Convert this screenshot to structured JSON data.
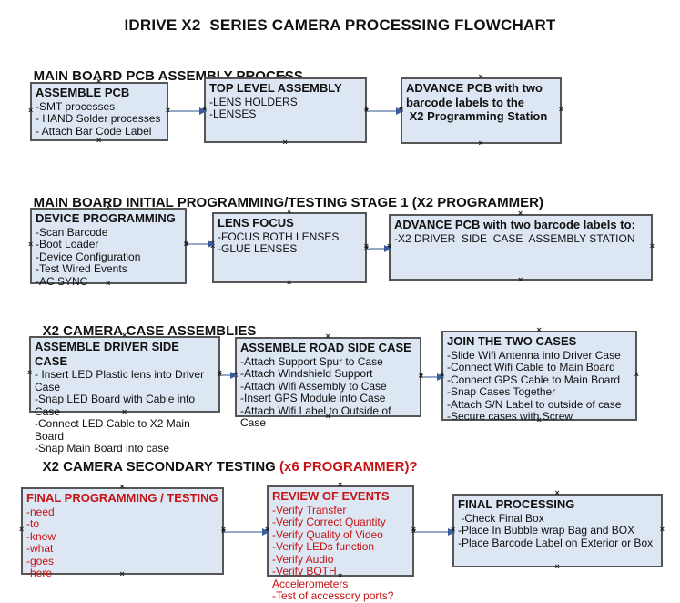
{
  "title": "IDRIVE X2  SERIES CAMERA PROCESSING FLOWCHART",
  "colors": {
    "background": "#ffffff",
    "text": "#111111",
    "box_fill": "#dde6f3",
    "box_border": "#565656",
    "arrow_line": "#94a9c8",
    "arrow_head": "#3a5c9e",
    "red": "#c41414"
  },
  "sections": [
    {
      "heading": "MAIN BOARD PCB ASSEMBLY PROCESS",
      "heading_suffix": "",
      "boxes": [
        {
          "title": "ASSEMBLE PCB",
          "items": [
            "-SMT processes",
            "- HAND Solder processes",
            "- Attach Bar Code Label"
          ]
        },
        {
          "title": "TOP LEVEL ASSEMBLY",
          "items": [
            "-LENS HOLDERS",
            "-LENSES"
          ]
        },
        {
          "title": "ADVANCE PCB with two\nbarcode labels to the\n X2 Programming Station",
          "items": []
        }
      ]
    },
    {
      "heading": "MAIN BOARD INITIAL PROGRAMMING/TESTING STAGE 1 (X2 PROGRAMMER)",
      "heading_suffix": "",
      "boxes": [
        {
          "title": "DEVICE PROGRAMMING",
          "items": [
            "-Scan Barcode",
            "-Boot Loader",
            "-Device Configuration",
            "-Test Wired Events",
            "-AC SYNC"
          ]
        },
        {
          "title": "LENS FOCUS",
          "items": [
            "-FOCUS BOTH LENSES",
            "-GLUE LENSES"
          ]
        },
        {
          "title": "ADVANCE PCB with two barcode labels to:",
          "items": [
            "-X2 DRIVER  SIDE  CASE  ASSEMBLY STATION"
          ]
        }
      ]
    },
    {
      "heading": "X2 CAMERA CASE ASSEMBLIES",
      "heading_suffix": "",
      "boxes": [
        {
          "title": "ASSEMBLE DRIVER SIDE CASE",
          "items": [
            "- Insert LED Plastic lens into Driver Case",
            "-Snap LED Board with Cable into Case",
            "-Connect LED Cable to X2 Main Board",
            "-Snap Main Board into case"
          ]
        },
        {
          "title": "ASSEMBLE ROAD SIDE CASE",
          "items": [
            "-Attach Support Spur to Case",
            "-Attach Windshield Support",
            "-Attach Wifi Assembly to Case",
            "-Insert GPS Module into Case",
            "-Attach Wifi Label to Outside of Case"
          ]
        },
        {
          "title": "JOIN THE TWO CASES",
          "items": [
            "-Slide Wifi Antenna into Driver Case",
            "-Connect Wifi Cable to Main Board",
            "-Connect GPS Cable to Main Board",
            "-Snap Cases Together",
            "-Attach S/N Label to outside of case",
            "-Secure cases with Screw"
          ]
        }
      ]
    },
    {
      "heading": "X2 CAMERA SECONDARY TESTING ",
      "heading_suffix": "(x6 PROGRAMMER)?",
      "boxes": [
        {
          "title": "FINAL PROGRAMMING / TESTING",
          "items": [
            "-need",
            "-to",
            "-know",
            "-what",
            "-goes",
            "-here"
          ]
        },
        {
          "title": "REVIEW OF EVENTS",
          "items": [
            "-Verify Transfer",
            "-Verify Correct Quantity",
            "-Verify Quality of Video",
            "-Verify LEDs function",
            "-Verify Audio",
            "-Verify BOTH Accelerometers",
            "-Test of accessory ports?"
          ]
        },
        {
          "title": "FINAL PROCESSING",
          "items": [
            " -Check Final Box",
            "-Place In Bubble wrap Bag and BOX",
            "-Place Barcode Label on Exterior or Box"
          ]
        }
      ]
    }
  ]
}
